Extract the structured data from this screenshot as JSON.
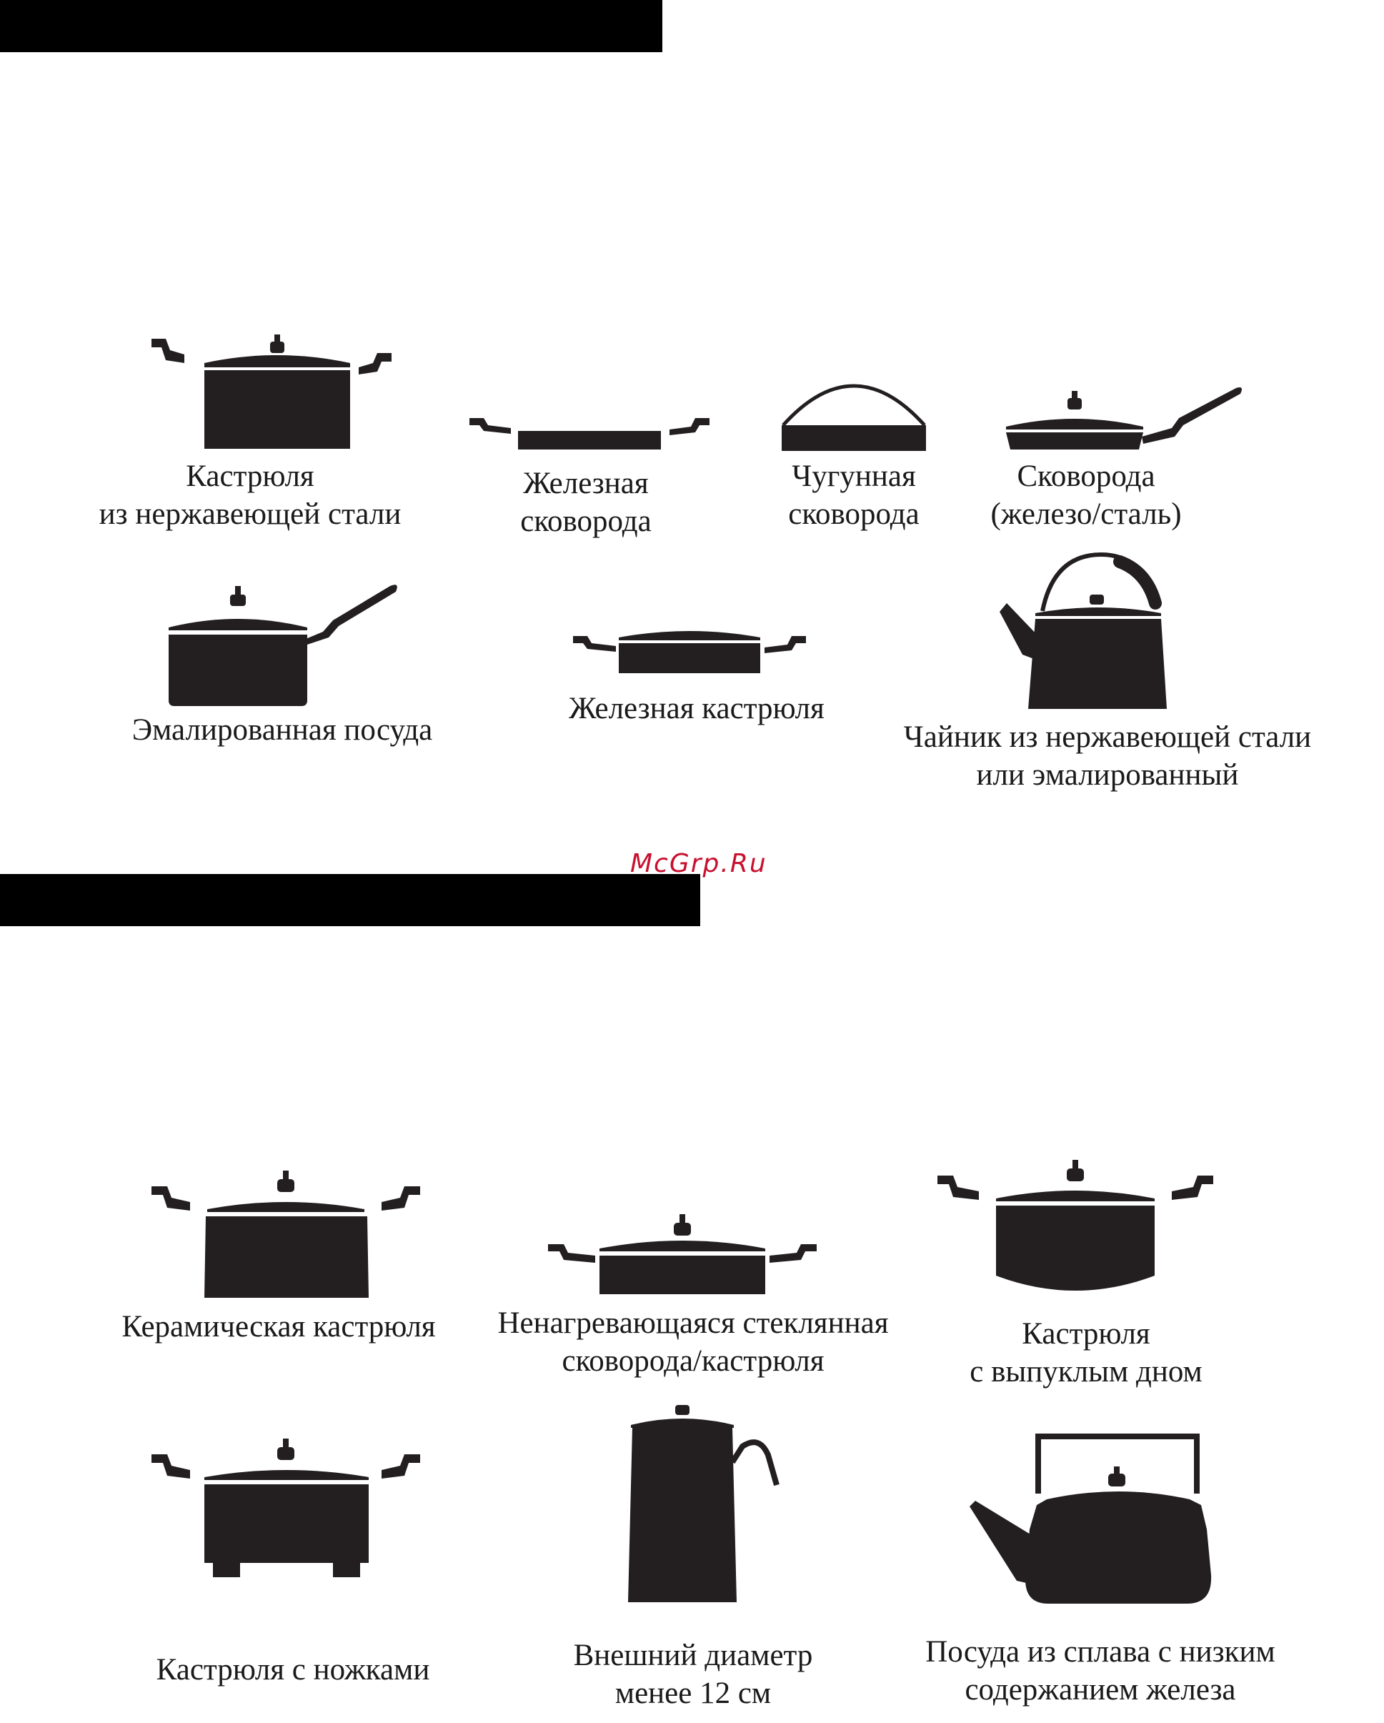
{
  "watermark": "McGrp.Ru",
  "colors": {
    "ink": "#231f20",
    "bar": "#000000",
    "watermark": "#c8102e",
    "background": "#ffffff"
  },
  "suitable": {
    "items": [
      {
        "icon": "stainless-pot-icon",
        "lines": [
          "Кастрюля",
          "из нержавеющей стали"
        ]
      },
      {
        "icon": "iron-frying-pan-icon",
        "lines": [
          "Железная",
          "сковорода"
        ]
      },
      {
        "icon": "cast-iron-pan-icon",
        "lines": [
          "Чугунная",
          "сковорода"
        ]
      },
      {
        "icon": "skillet-with-lid-icon",
        "lines": [
          "Сковорода",
          "(железо/сталь)"
        ]
      },
      {
        "icon": "enamel-saucepan-icon",
        "lines": [
          "Эмалированная посуда"
        ]
      },
      {
        "icon": "iron-casserole-icon",
        "lines": [
          "Железная кастрюля"
        ]
      },
      {
        "icon": "stainless-kettle-icon",
        "lines": [
          "Чайник из нержавеющей стали",
          "или эмалированный"
        ]
      }
    ]
  },
  "unsuitable": {
    "items": [
      {
        "icon": "ceramic-pot-icon",
        "lines": [
          "Керамическая кастрюля"
        ]
      },
      {
        "icon": "glass-pan-icon",
        "lines": [
          "Ненагревающаяся стеклянная",
          "сковорода/кастрюля"
        ]
      },
      {
        "icon": "convex-bottom-pot-icon",
        "lines": [
          "Кастрюля",
          "с выпуклым дном"
        ]
      },
      {
        "icon": "footed-pot-icon",
        "lines": [
          "Кастрюля с ножками"
        ]
      },
      {
        "icon": "narrow-jug-icon",
        "lines": [
          "Внешний диаметр",
          "менее 12 см"
        ]
      },
      {
        "icon": "alloy-kettle-icon",
        "lines": [
          "Посуда из сплава с низким",
          "содержанием железа"
        ]
      }
    ]
  }
}
